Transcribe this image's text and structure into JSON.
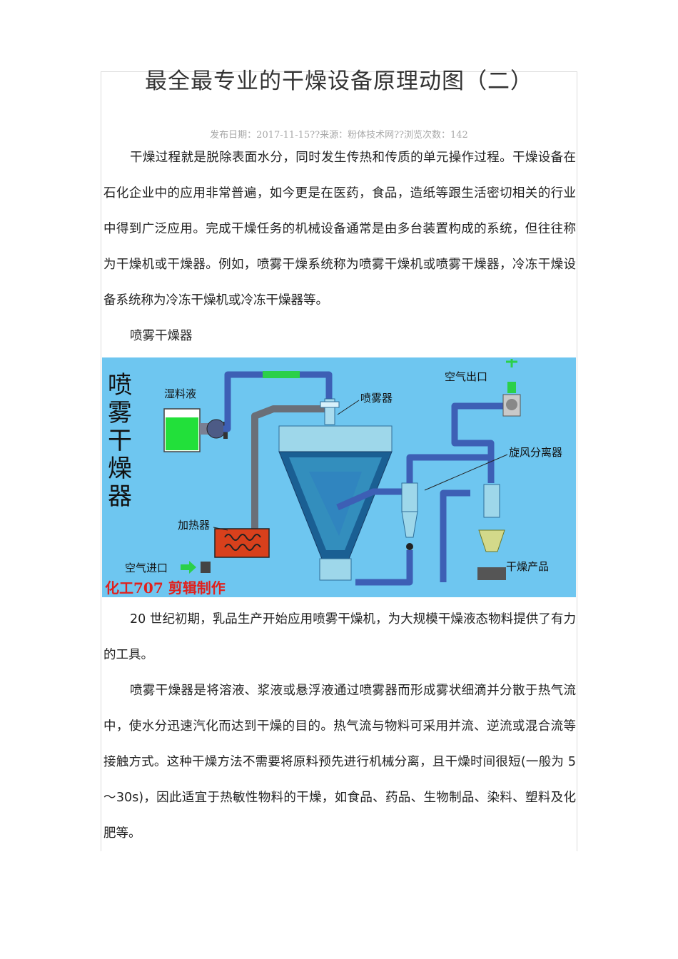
{
  "article": {
    "title": "最全最专业的干燥设备原理动图（二）",
    "meta": "发布日期：2017-11-15??来源：粉体技术网??浏览次数：142",
    "intro": "干燥过程就是脱除表面水分，同时发生传热和传质的单元操作过程。干燥设备在石化企业中的应用非常普遍，如今更是在医药，食品，造纸等跟生活密切相关的行业中得到广泛应用。完成干燥任务的机械设备通常是由多台装置构成的系统，但往往称为干燥机或干燥器。例如，喷雾干燥系统称为喷雾干燥机或喷雾干燥器，冷冻干燥设备系统称为冷冻干燥机或冷冻干燥器等。",
    "section_heading": "喷雾干燥器",
    "para2": "20 世纪初期，乳品生产开始应用喷雾干燥机，为大规模干燥液态物料提供了有力的工具。",
    "para3": "喷雾干燥器是将溶液、浆液或悬浮液通过喷雾器而形成雾状细滴并分散于热气流中，使水分迅速汽化而达到干燥的目的。热气流与物料可采用并流、逆流或混合流等接触方式。这种干燥方法不需要将原料预先进行机械分离，且干燥时间很短(一般为 5～30s)，因此适宜于热敏性物料的干燥，如食品、药品、生物制品、染料、塑料及化肥等。"
  },
  "figure": {
    "big_title": [
      "喷",
      "雾",
      "干",
      "燥",
      "器"
    ],
    "labels": {
      "wet_liquid": "湿料液",
      "atomizer": "喷雾器",
      "air_outlet": "空气出口",
      "cyclone": "旋风分离器",
      "heater": "加热器",
      "air_inlet": "空气进口",
      "product": "干燥产品",
      "credit": "化工707 剪辑制作"
    },
    "colors": {
      "background": "#6ec6f0",
      "pipe": "#3d5fb5",
      "heater": "#d8401c",
      "credit": "#e0211d",
      "liquid": "#22e03a"
    }
  }
}
